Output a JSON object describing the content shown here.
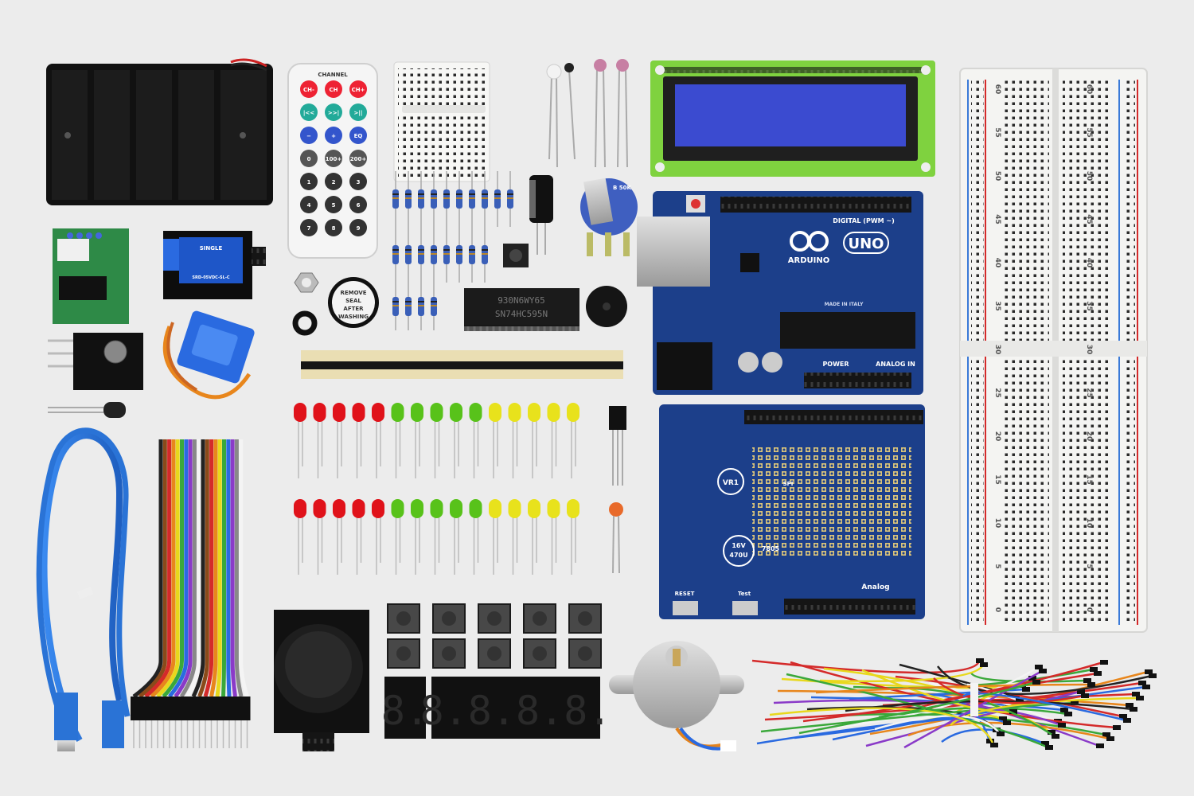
{
  "photo": {
    "background": "#ececec",
    "colors": {
      "pcb_blue": "#1c3f8a",
      "lcd_green": "#7fd23f",
      "lcd_screen": "#3b4bd0",
      "led_red": "#e0121a",
      "led_green": "#58c21a",
      "led_yellow": "#e8e21c",
      "usb_cable": "#2a73d6",
      "breadboard_red_rail": "#d42a2a",
      "breadboard_blue_rail": "#3a7ad8"
    }
  },
  "labels": {
    "arduino_logo": "ARDUINO",
    "arduino_uno": "UNO",
    "arduino_digital": "DIGITAL (PWM ~)",
    "arduino_power": "POWER",
    "arduino_analog": "ANALOG IN",
    "arduino_made_in": "MADE IN ITALY",
    "remote_header": "CHANNEL",
    "remote_buttons": [
      "CH-",
      "CH",
      "CH+",
      "|<<",
      ">>|",
      ">||",
      "−",
      "+",
      "EQ",
      "0",
      "100+",
      "200+",
      "1",
      "2",
      "3",
      "4",
      "5",
      "6",
      "7",
      "8",
      "9"
    ],
    "buzzer_sticker": [
      "REMOVE",
      "SEAL",
      "AFTER",
      "WASHING"
    ],
    "ic_marking_1": "930N6WY65",
    "ic_marking_2": "SN74HC595N",
    "relay_label": "SRD-05VDC-SL-C",
    "relay_brand": "SINGLE",
    "shield_vr": "VR1",
    "shield_cap": "16V",
    "shield_cap2": "470U",
    "shield_reg": "7805",
    "shield_reset": "RESET",
    "shield_test": "Test",
    "shield_analog": "Analog",
    "shield_spi": "SPI",
    "pot_marking": "B 50K",
    "seven_seg_1": "8.",
    "seven_seg_4": "8.8.8.8."
  },
  "breadboard_numbers": [
    "60",
    "55",
    "50",
    "45",
    "40",
    "35",
    "30",
    "25",
    "20",
    "15",
    "10",
    "5",
    "0"
  ]
}
